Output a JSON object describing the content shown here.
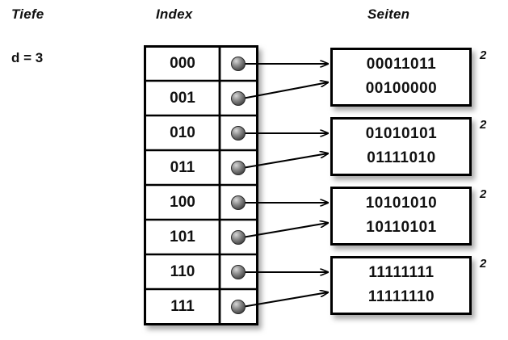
{
  "headers": {
    "depth": "Tiefe",
    "index": "Index",
    "pages": "Seiten"
  },
  "depth": {
    "label": "d = 3"
  },
  "index_table": {
    "rows": [
      {
        "label": "000",
        "pointer_icon": "filled-circle-icon"
      },
      {
        "label": "001",
        "pointer_icon": "filled-circle-icon"
      },
      {
        "label": "010",
        "pointer_icon": "filled-circle-icon"
      },
      {
        "label": "011",
        "pointer_icon": "filled-circle-icon"
      },
      {
        "label": "100",
        "pointer_icon": "filled-circle-icon"
      },
      {
        "label": "101",
        "pointer_icon": "filled-circle-icon"
      },
      {
        "label": "110",
        "pointer_icon": "filled-circle-icon"
      },
      {
        "label": "111",
        "pointer_icon": "filled-circle-icon"
      }
    ]
  },
  "pages": [
    {
      "lines": [
        "00011011",
        "00100000"
      ],
      "count": "2"
    },
    {
      "lines": [
        "01010101",
        "01111010"
      ],
      "count": "2"
    },
    {
      "lines": [
        "10101010",
        "10110101"
      ],
      "count": "2"
    },
    {
      "lines": [
        "11111111",
        "11111110"
      ],
      "count": "2"
    }
  ],
  "colors": {
    "background": "#ffffff",
    "stroke": "#000000",
    "text": "#111111",
    "dot_dark": "#4a4a4a",
    "dot_light": "#c9c9c9",
    "shadow": "#b8b8b8"
  }
}
